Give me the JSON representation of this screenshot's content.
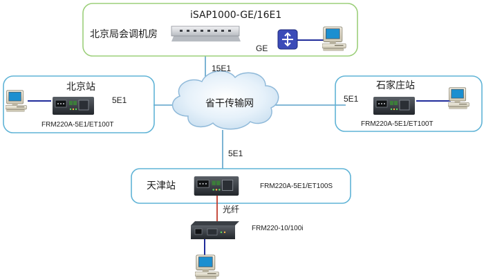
{
  "center": {
    "label": "iSAP1000-GE/16E1",
    "room": "北京局会调机房",
    "link_ge": "GE"
  },
  "backbone": {
    "label": "省干传输网",
    "link_top": "15E1",
    "link_bottom": "5E1"
  },
  "beijing": {
    "name": "北京站",
    "link": "5E1",
    "model": "FRM220A-5E1/ET100T"
  },
  "shijiazhuang": {
    "name": "石家庄站",
    "link": "5E1",
    "model": "FRM220A-5E1/ET100T"
  },
  "tianjin": {
    "name": "天津站",
    "model": "FRM220A-5E1/ET100S",
    "fiber": "光纤",
    "remote_model": "FRM220-10/100i"
  },
  "colors": {
    "box_border": "#9ccf7a",
    "station_border": "#5fb3d6",
    "line": "#5aa0c8",
    "lan": "#1f2b9a",
    "fiber": "#c0392b"
  }
}
